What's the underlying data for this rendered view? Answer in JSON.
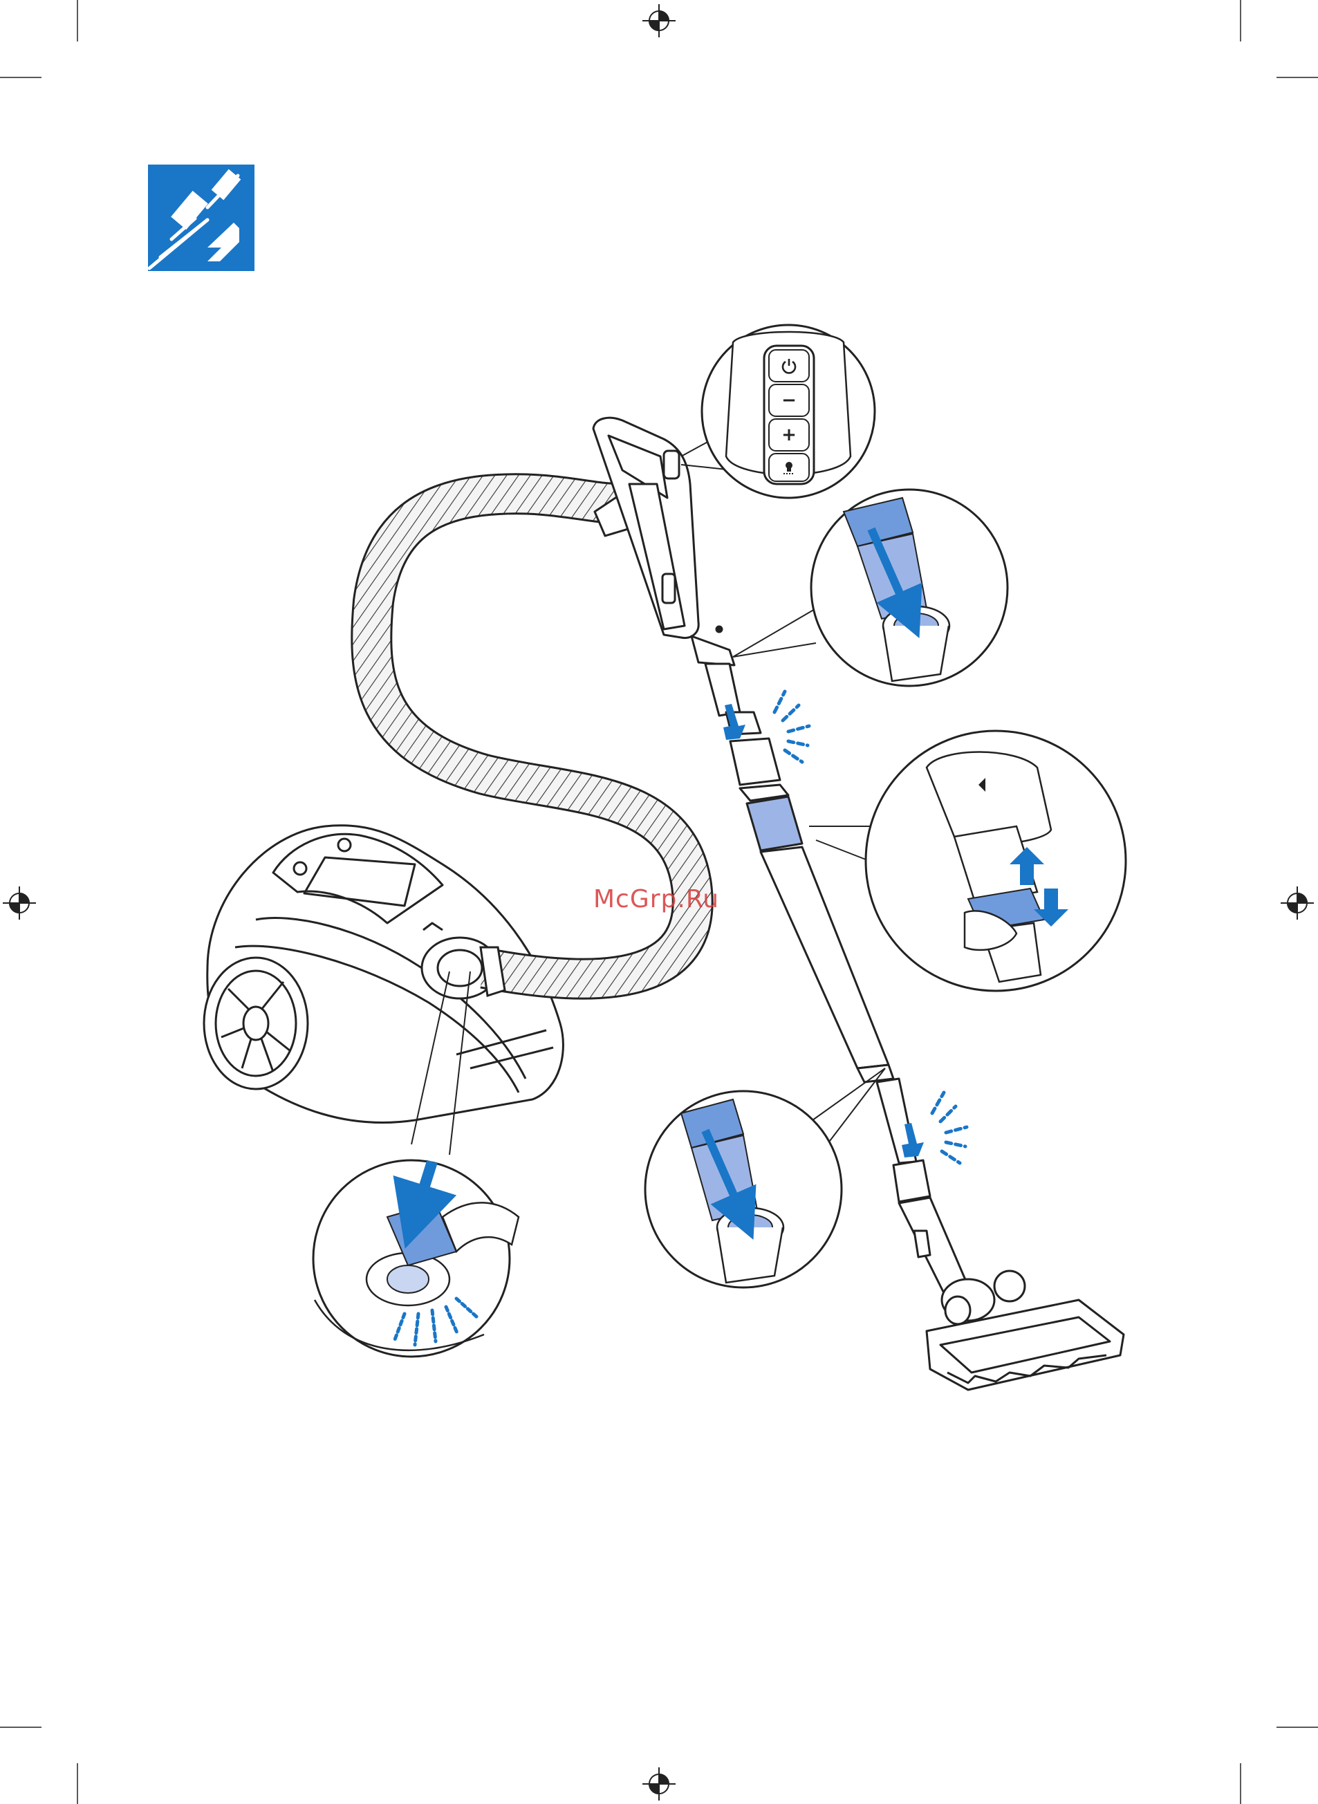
{
  "page": {
    "watermark": "McGrp.Ru",
    "section_icon": "hose-assembly-icon",
    "accent_color": "#1a76c7"
  },
  "handle_panel": {
    "buttons": [
      {
        "label": "",
        "icon": "power-icon"
      },
      {
        "label": "−",
        "icon": "minus"
      },
      {
        "label": "+",
        "icon": "plus"
      },
      {
        "label": "",
        "icon": "light-icon"
      }
    ]
  }
}
